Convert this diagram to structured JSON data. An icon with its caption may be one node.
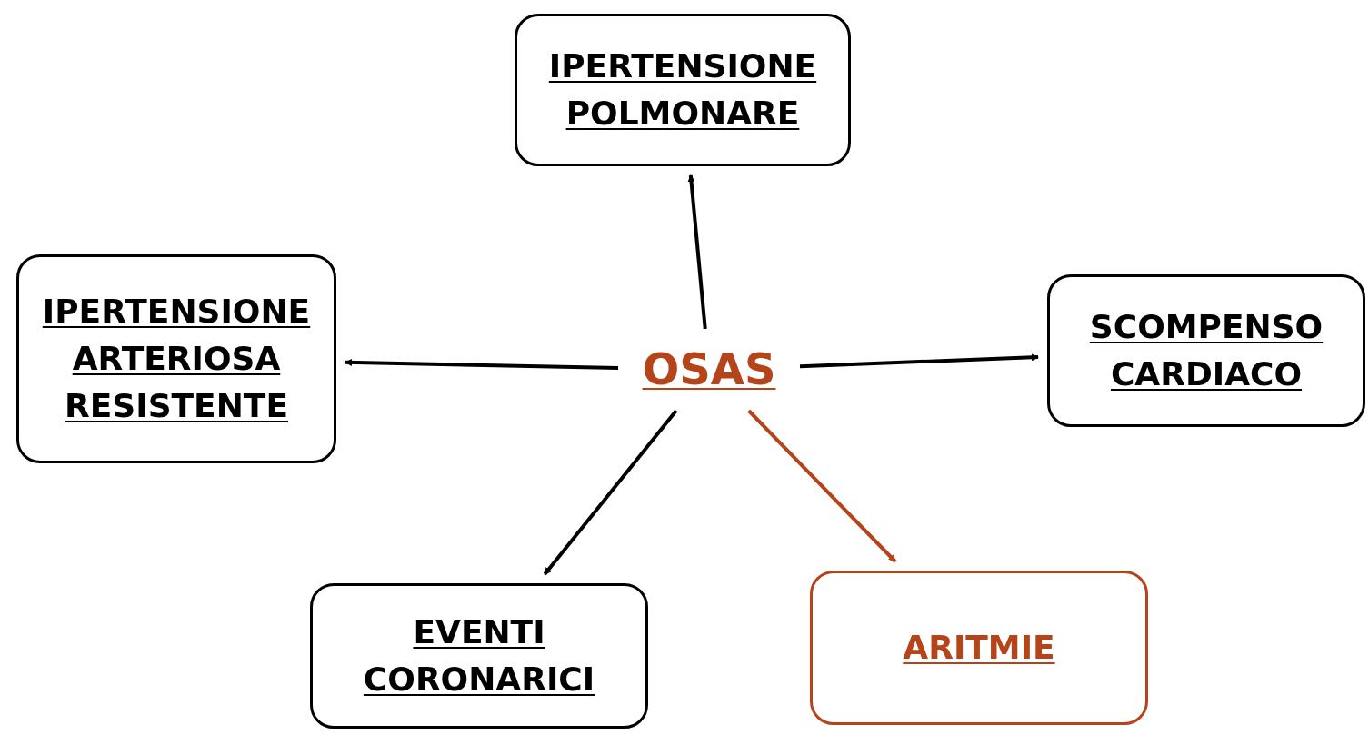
{
  "diagram": {
    "nodes": [
      {
        "text": [
          "OSAS"
        ]
      },
      {
        "text": [
          "IPERTENSIONE POLMONARE"
        ]
      },
      {
        "text": [
          "IPERTENSIONE ARTERIOSA RESISTENTE"
        ]
      },
      {
        "text": [
          "SCOMPENSO CARDIACO"
        ]
      },
      {
        "text": [
          "EVENTI CORONARICI"
        ]
      },
      {
        "text": [
          "ARITMIE"
        ]
      }
    ],
    "edges": [
      {
        "from": 0,
        "to": 1,
        "arrow": "to"
      },
      {
        "from": 0,
        "to": 2,
        "arrow": "to"
      },
      {
        "from": 0,
        "to": 3,
        "arrow": "to"
      },
      {
        "from": 0,
        "to": 4,
        "arrow": "to"
      },
      {
        "from": 0,
        "to": 5,
        "arrow": "to",
        "color": "#b5441a"
      }
    ]
  }
}
